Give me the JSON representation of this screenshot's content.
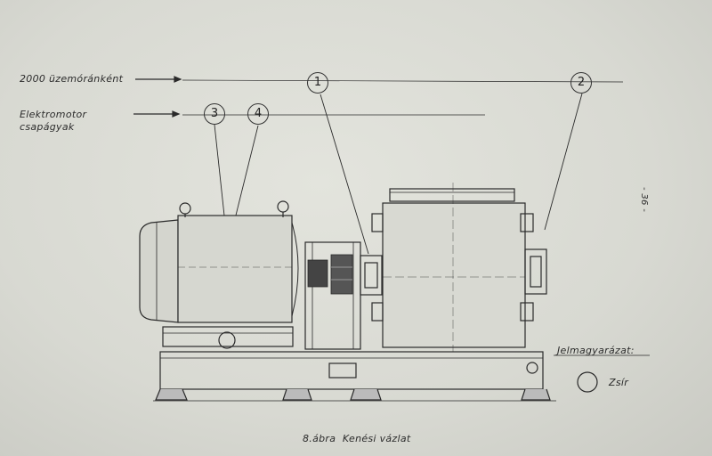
{
  "labels": {
    "interval": "2000 üzemóránként",
    "motor_line1": "Elektromotor",
    "motor_line2": "csapágyak",
    "page_number": "- 36 -",
    "legend_title": "Jelmagyarázat:",
    "legend_fat": "Zsír",
    "caption": "8.ábra  Kenési vázlat"
  },
  "callouts": [
    "1",
    "2",
    "3",
    "4"
  ]
}
